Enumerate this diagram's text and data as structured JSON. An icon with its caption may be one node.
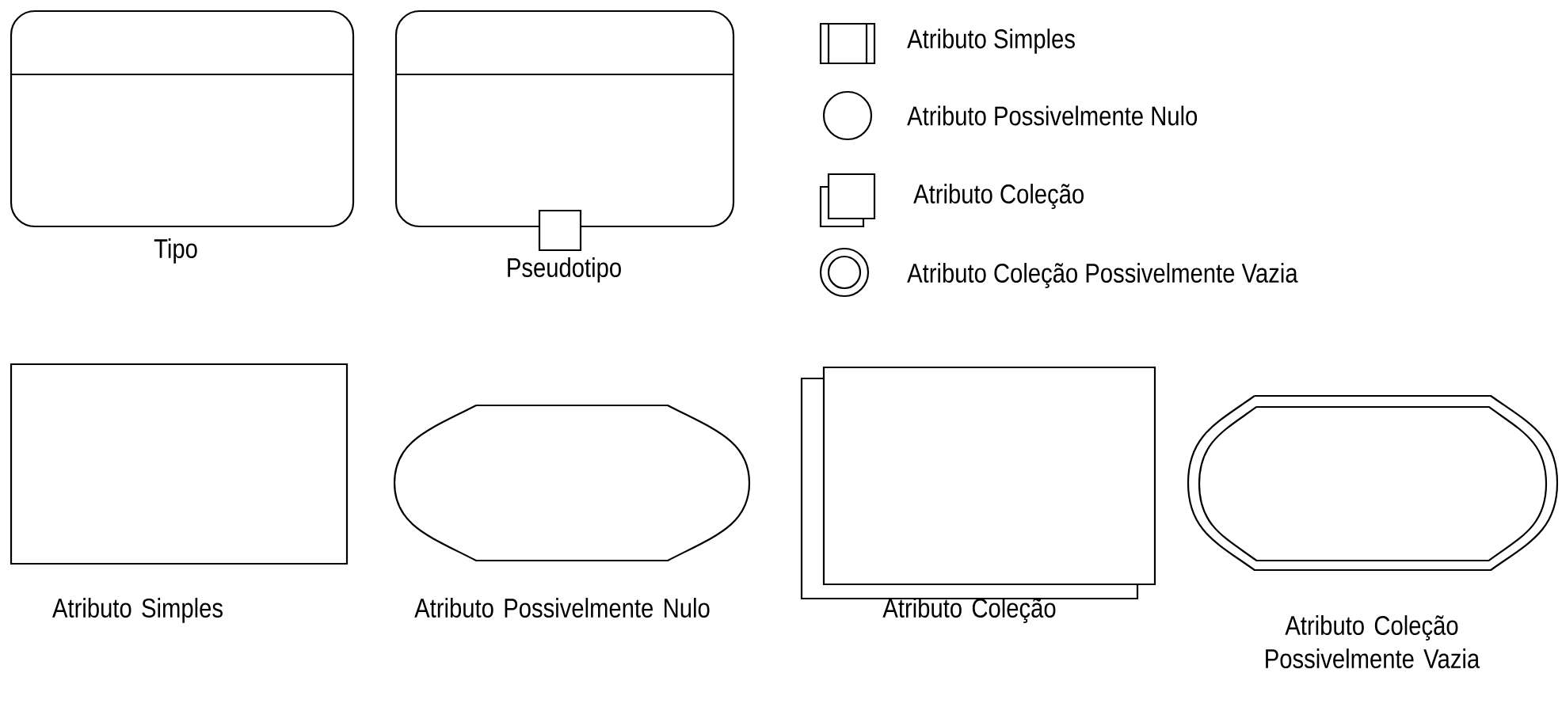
{
  "diagram": {
    "nodes": [
      {
        "text": [],
        "shape": "box",
        "beside": [
          "Tipo"
        ]
      },
      {
        "text": [],
        "shape": "box",
        "beside": [
          "Pseudotipo"
        ]
      },
      {
        "text": [],
        "shape": "rectangle",
        "beside": [
          "Atributo Simples"
        ]
      },
      {
        "text": [],
        "shape": "stadium",
        "beside": [
          "Atributo Possivelmente Nulo"
        ]
      },
      {
        "text": [],
        "shape": "stack",
        "beside": [
          "Atributo Coleção"
        ]
      },
      {
        "text": [],
        "shape": "double-stadium",
        "beside": [
          "Atributo Coleção Possivelmente Vazia"
        ]
      }
    ],
    "legend": [
      {
        "text": "Atributo Simples"
      },
      {
        "text": "Atributo Possivelmente Nulo"
      },
      {
        "text": "Atributo Coleção"
      },
      {
        "text": "Atributo Coleção Possivelmente Vazia"
      }
    ]
  }
}
